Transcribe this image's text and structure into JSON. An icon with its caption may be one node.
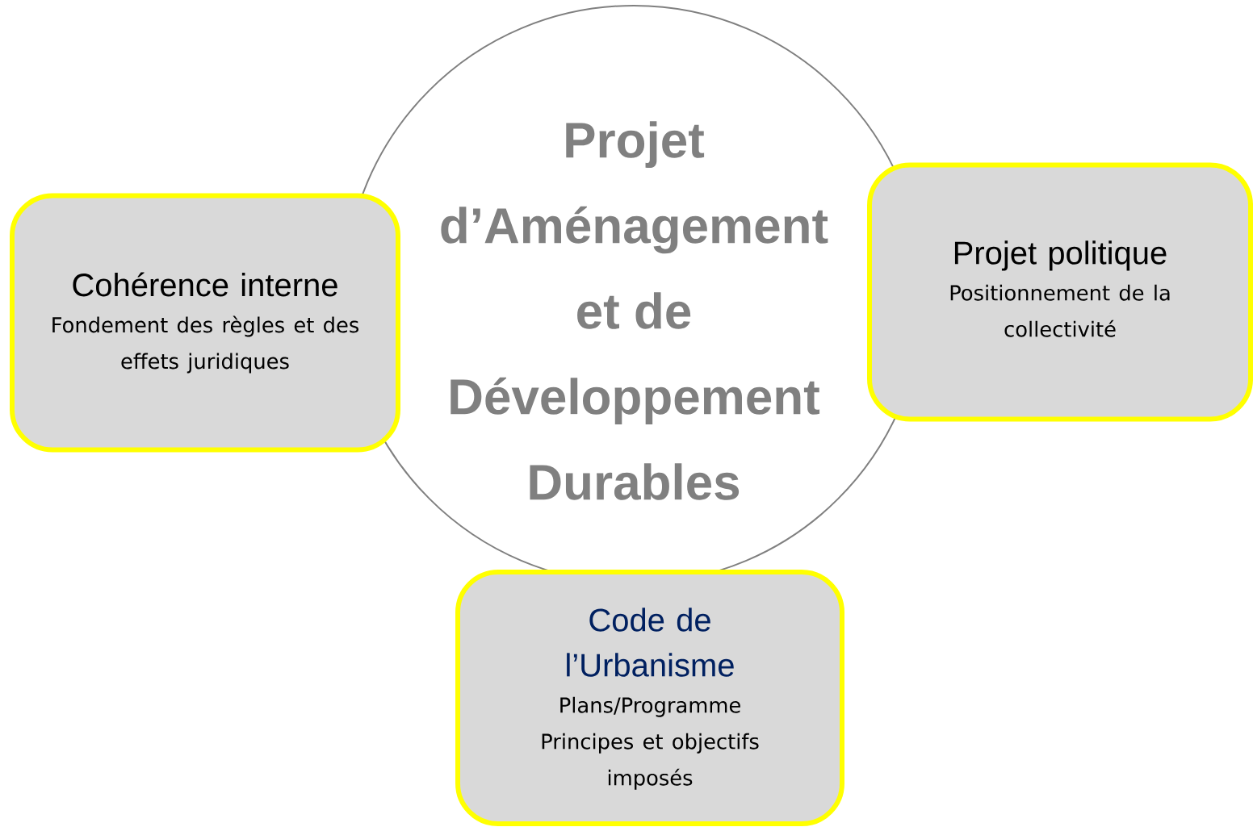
{
  "diagram": {
    "nodes": [
      {
        "text": [
          "Projet d’Aménagement et de Développement Durables"
        ]
      },
      {
        "text": [
          "Cohérence interne",
          "Fondement des règles et des effets juridiques"
        ]
      },
      {
        "text": [
          "Projet politique",
          "Positionnement de la collectivité"
        ]
      },
      {
        "text": [
          "Code de l’Urbanisme",
          "Plans/Programme",
          "Principes et objectifs imposés"
        ]
      }
    ]
  }
}
